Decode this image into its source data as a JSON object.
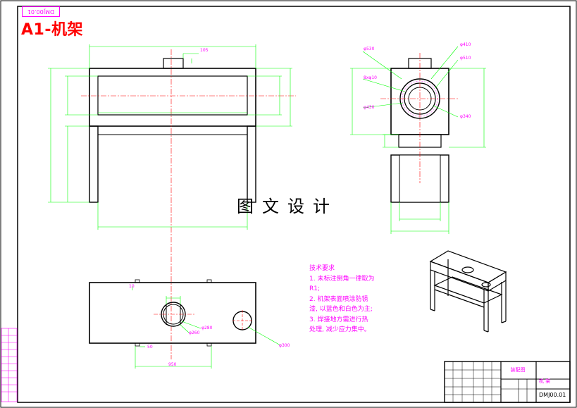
{
  "sheet": {
    "code_stamp": "DMJ00.01",
    "title": "A1-机架",
    "watermark": "图文设计",
    "colors": {
      "frame": "#000000",
      "dimension": "#00ff00",
      "centerline": "#ff0000",
      "annotation": "#ff00ff",
      "title": "#ff0000"
    }
  },
  "dimensions": {
    "front_top_bump": "105",
    "left_view_d1": "φ530",
    "left_view_d2": "φ410",
    "left_view_d3": "8xφ10",
    "left_view_d4": "φ510",
    "left_view_d5": "φ430",
    "left_view_d6": "φ340",
    "top_view_small": "10",
    "top_view_left": "50",
    "top_view_bottom": "950",
    "top_view_d1": "φ280",
    "top_view_d2": "φ260",
    "top_view_d3": "φ300"
  },
  "notes": {
    "heading": "技术要求",
    "lines": [
      "1. 未标注倒角一律取为",
      "R1;",
      "2. 机架表面喷涂防锈",
      "漆, 以蓝色和白色为主;",
      "3. 焊接地方需进行热",
      "处理, 减少应力集中。"
    ]
  },
  "title_block": {
    "part_name": "装配图",
    "right_label": "机 架",
    "drawing_code": "DMJ00.01"
  }
}
